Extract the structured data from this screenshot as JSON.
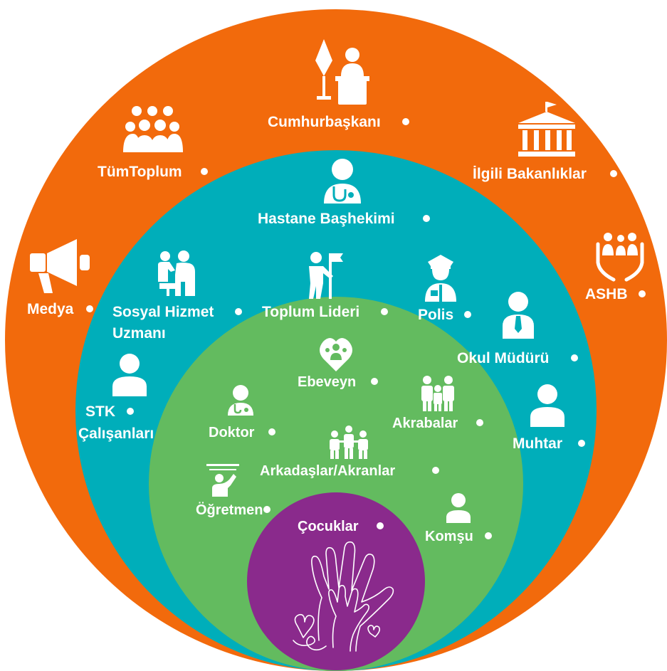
{
  "colors": {
    "outer": "#f26a0c",
    "middle": "#00aeba",
    "inner": "#63bb5f",
    "core": "#8a2a8c",
    "text": "#ffffff"
  },
  "rings": {
    "outer": {
      "labels": {
        "president": "Cumhurbaşkanı",
        "society": "TümToplum",
        "ministries": "İlgili Bakanlıklar",
        "media": "Medya",
        "ashb": "ASHB"
      },
      "icons": {
        "president": "podium-speaker-icon",
        "society": "crowd-icon",
        "ministries": "government-building-icon",
        "media": "megaphone-icon",
        "ashb": "family-in-hands-icon"
      }
    },
    "middle": {
      "labels": {
        "chief_physician": "Hastane Başhekimi",
        "social_worker_1": "Sosyal Hizmet",
        "social_worker_2": "Uzmanı",
        "community_leader": "Toplum Lideri",
        "police": "Polis",
        "principal": "Okul Müdürü",
        "ngo_1": "STK",
        "ngo_2": "Çalışanları",
        "headman": "Muhtar"
      },
      "icons": {
        "chief_physician": "doctor-stethoscope-icon",
        "social_worker": "social-worker-helping-icon",
        "community_leader": "leader-with-flag-icon",
        "police": "police-officer-icon",
        "principal": "person-with-tie-icon",
        "ngo": "person-icon",
        "headman": "person-icon"
      }
    },
    "inner": {
      "labels": {
        "parent": "Ebeveyn",
        "doctor": "Doktor",
        "relatives": "Akrabalar",
        "friends": "Arkadaşlar/Akranlar",
        "teacher": "Öğretmen",
        "neighbor": "Komşu"
      },
      "icons": {
        "parent": "parent-child-heart-icon",
        "doctor": "doctor-icon",
        "relatives": "family-group-icon",
        "friends": "friends-group-icon",
        "teacher": "teacher-board-icon",
        "neighbor": "person-icon"
      }
    },
    "core": {
      "labels": {
        "children": "Çocuklar"
      },
      "icons": {
        "children": "hands-line-art-icon"
      }
    }
  }
}
